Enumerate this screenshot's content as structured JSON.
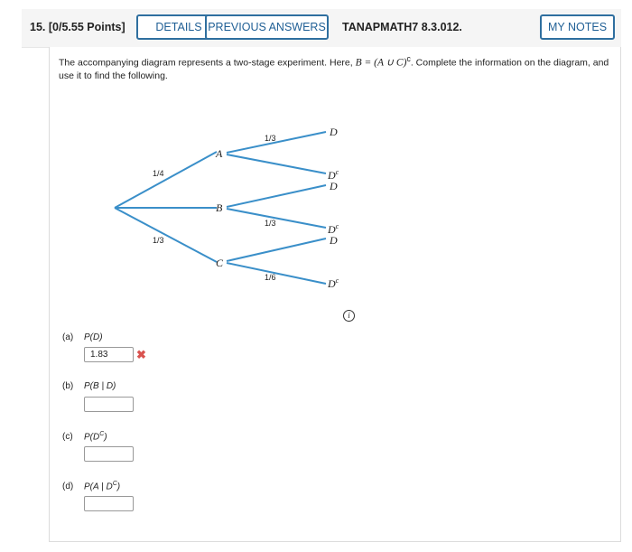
{
  "header": {
    "question_number": "15.",
    "points": "[0/5.55 Points]",
    "details_label": "DETAILS",
    "previous_answers_label": "PREVIOUS ANSWERS",
    "problem_code": "TANAPMATH7 8.3.012.",
    "my_notes_label": "MY NOTES"
  },
  "intro": {
    "text_before": "The accompanying diagram represents a two-stage experiment. Here, ",
    "formula": "B = (A ∪ C)",
    "superscript": "c",
    "text_after": ". Complete the information on the diagram, and use it to find the following."
  },
  "diagram": {
    "first_stage": {
      "labels": [
        "A",
        "B",
        "C"
      ],
      "probabilities": [
        "1/4",
        "",
        "1/3"
      ]
    },
    "second_stage": {
      "outcome_labels": [
        "D",
        "D",
        "D",
        "D",
        "D",
        "D"
      ],
      "complement_mark": "c",
      "probabilities": [
        "1/3",
        "",
        "",
        "1/3",
        "",
        "1/6"
      ]
    }
  },
  "parts": [
    {
      "letter": "(a)",
      "label": "P(D)",
      "value": "1.83",
      "status": "incorrect"
    },
    {
      "letter": "(b)",
      "label": "P(B | D)",
      "value": "",
      "status": ""
    },
    {
      "letter": "(c)",
      "label": "P(D",
      "superscript": "C",
      "label_end": ")",
      "value": "",
      "status": ""
    },
    {
      "letter": "(d)",
      "label": "P(A | D",
      "superscript": "C",
      "label_end": ")",
      "value": "",
      "status": ""
    }
  ],
  "colors": {
    "branch": "#3a8fc9",
    "accent": "#2f6f9f",
    "incorrect": "#d9534f"
  }
}
